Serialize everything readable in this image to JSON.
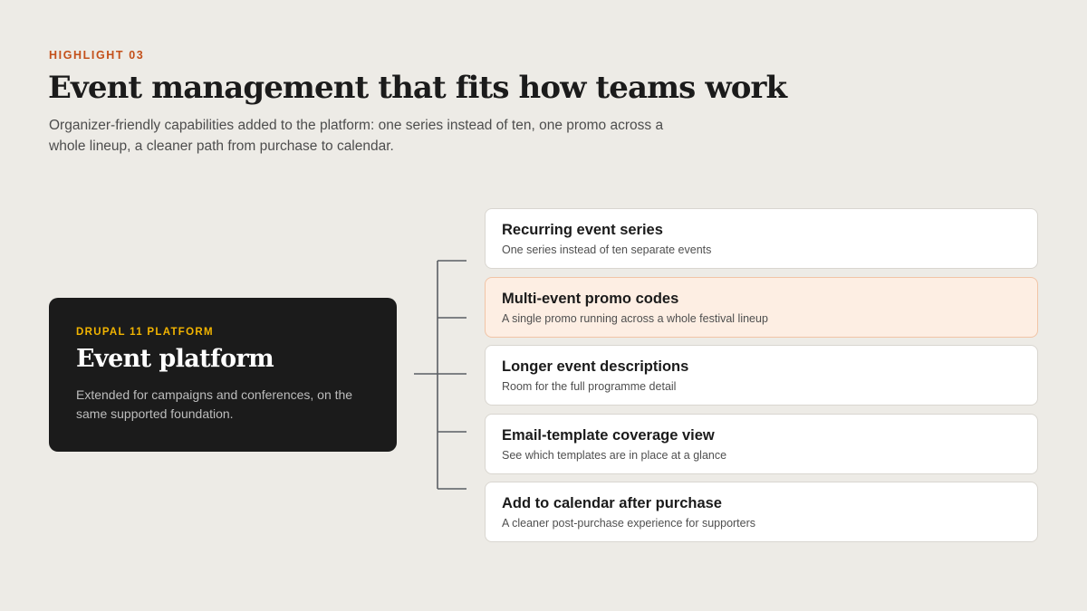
{
  "header": {
    "eyebrow": "HIGHLIGHT 03",
    "title": "Event management that fits how teams work",
    "subtitle": "Organizer-friendly capabilities added to the platform: one series instead of ten, one promo across a whole lineup, a cleaner path from purchase to calendar."
  },
  "platform": {
    "eyebrow": "DRUPAL 11 PLATFORM",
    "title": "Event platform",
    "description": "Extended for campaigns and conferences, on the same supported foundation."
  },
  "features": [
    {
      "title": "Recurring event series",
      "description": "One series instead of ten separate events",
      "highlighted": false
    },
    {
      "title": "Multi-event promo codes",
      "description": "A single promo running across a whole festival lineup",
      "highlighted": true
    },
    {
      "title": "Longer event descriptions",
      "description": "Room for the full programme detail",
      "highlighted": false
    },
    {
      "title": "Email-template coverage view",
      "description": "See which templates are in place at a glance",
      "highlighted": false
    },
    {
      "title": "Add to calendar after purchase",
      "description": "A cleaner post-purchase experience for supporters",
      "highlighted": false
    }
  ],
  "colors": {
    "background": "#edebe6",
    "accent": "#c4501a",
    "platform_card": "#1b1b1b",
    "platform_eyebrow": "#f2b400",
    "highlight_fill": "#fdeee3",
    "highlight_border": "#f1c4a6",
    "connector": "#5a5e63"
  }
}
